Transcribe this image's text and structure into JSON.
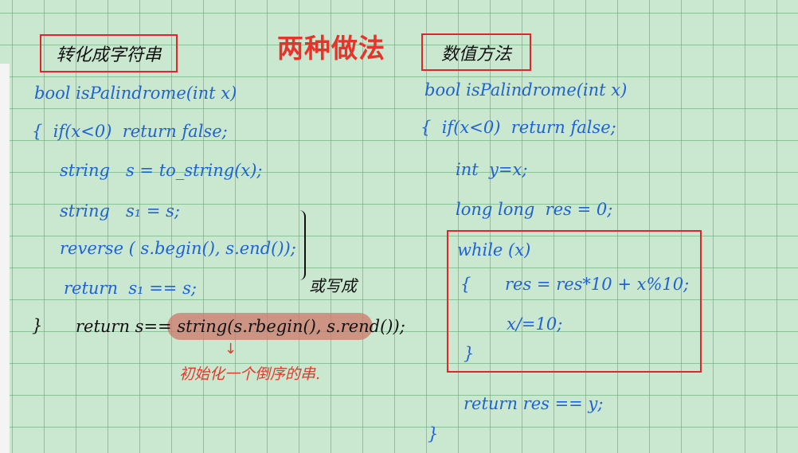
{
  "title": "两种做法",
  "left": {
    "label": "转化成字符串",
    "lines": [
      "bool isPalindrome(int x)",
      "{  if(x<0)  return false;",
      "string   s = to_string(x);",
      "string   s₁ = s;",
      "reverse ( s.begin(), s.end());",
      "return  s₁ == s;",
      "}",
      "return s== string(s.rbegin(), s.rend());"
    ],
    "alt_label": "或写成",
    "note": "初始化一个倒序的串."
  },
  "right": {
    "label": "数值方法",
    "lines": [
      "bool isPalindrome(int x)",
      "{  if(x<0)  return false;",
      "int  y=x;",
      "long long  res = 0;",
      "while (x)",
      "{",
      "res = res*10 + x%10;",
      "x/=10;",
      "}",
      "return res == y;",
      "}"
    ]
  },
  "colors": {
    "ink_blue": "#1f62d6",
    "ink_red": "#e23a2b",
    "box_red": "#e0262b",
    "grid_green": "#c9e8cf"
  }
}
